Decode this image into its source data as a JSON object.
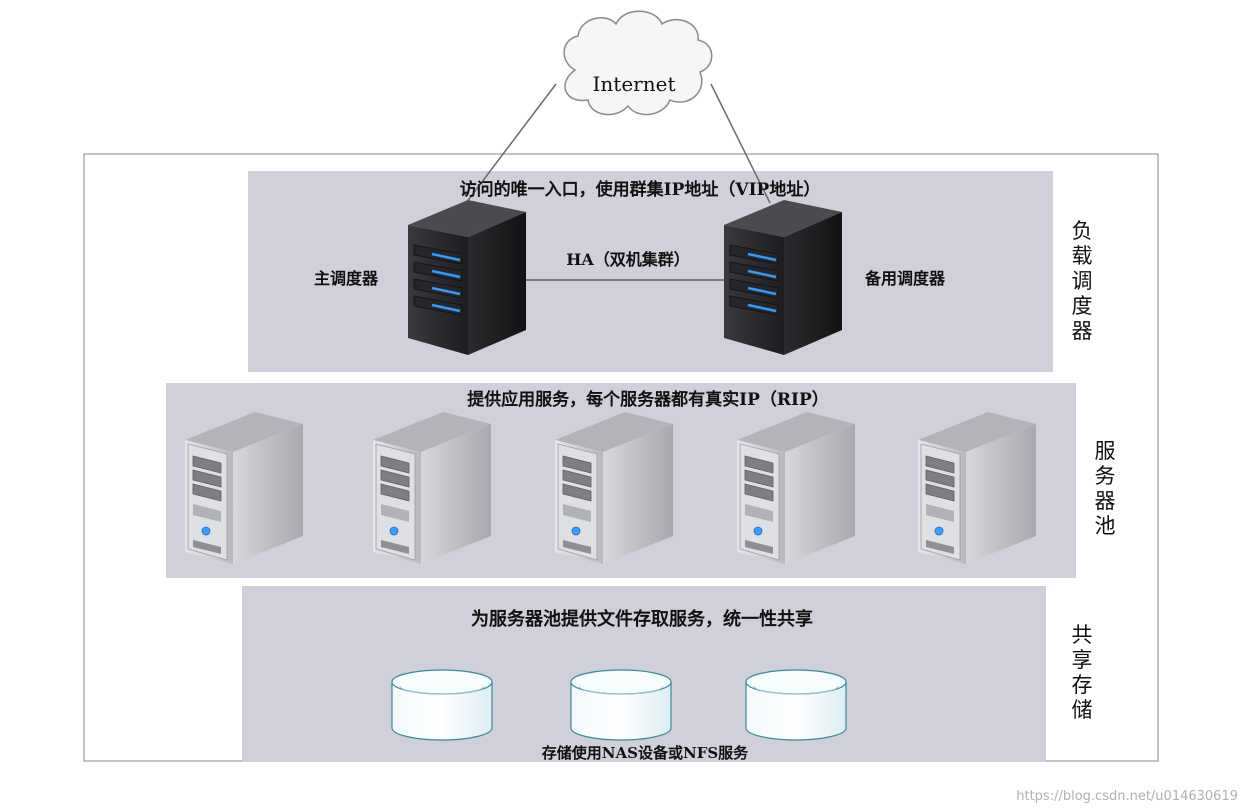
{
  "internet": {
    "label": "Internet"
  },
  "load_balancer": {
    "side_label": "负载调度器",
    "caption": "访问的唯一入口，使用群集IP地址（VIP地址）",
    "primary_label": "主调度器",
    "backup_label": "备用调度器",
    "ha_label": "HA（双机集群）"
  },
  "server_pool": {
    "side_label": "服务器池",
    "caption": "提供应用服务，每个服务器都有真实IP（RIP）",
    "server_count": 5
  },
  "shared_storage": {
    "side_label": "共享存储",
    "caption": "为服务器池提供文件存取服务，统一性共享",
    "footer": "存储使用NAS设备或NFS服务",
    "disk_count": 3
  },
  "watermark": "https://blog.csdn.net/u014630619",
  "colors": {
    "panel_fill": "#cfd0d9",
    "outer_border": "#8a8a8a",
    "dark_server": "#2b2b2e",
    "led_blue": "#2e9bff",
    "light_server": "#c9cbcf",
    "disk_fill": "#eaf5f8",
    "disk_stroke": "#3a8a9a"
  }
}
